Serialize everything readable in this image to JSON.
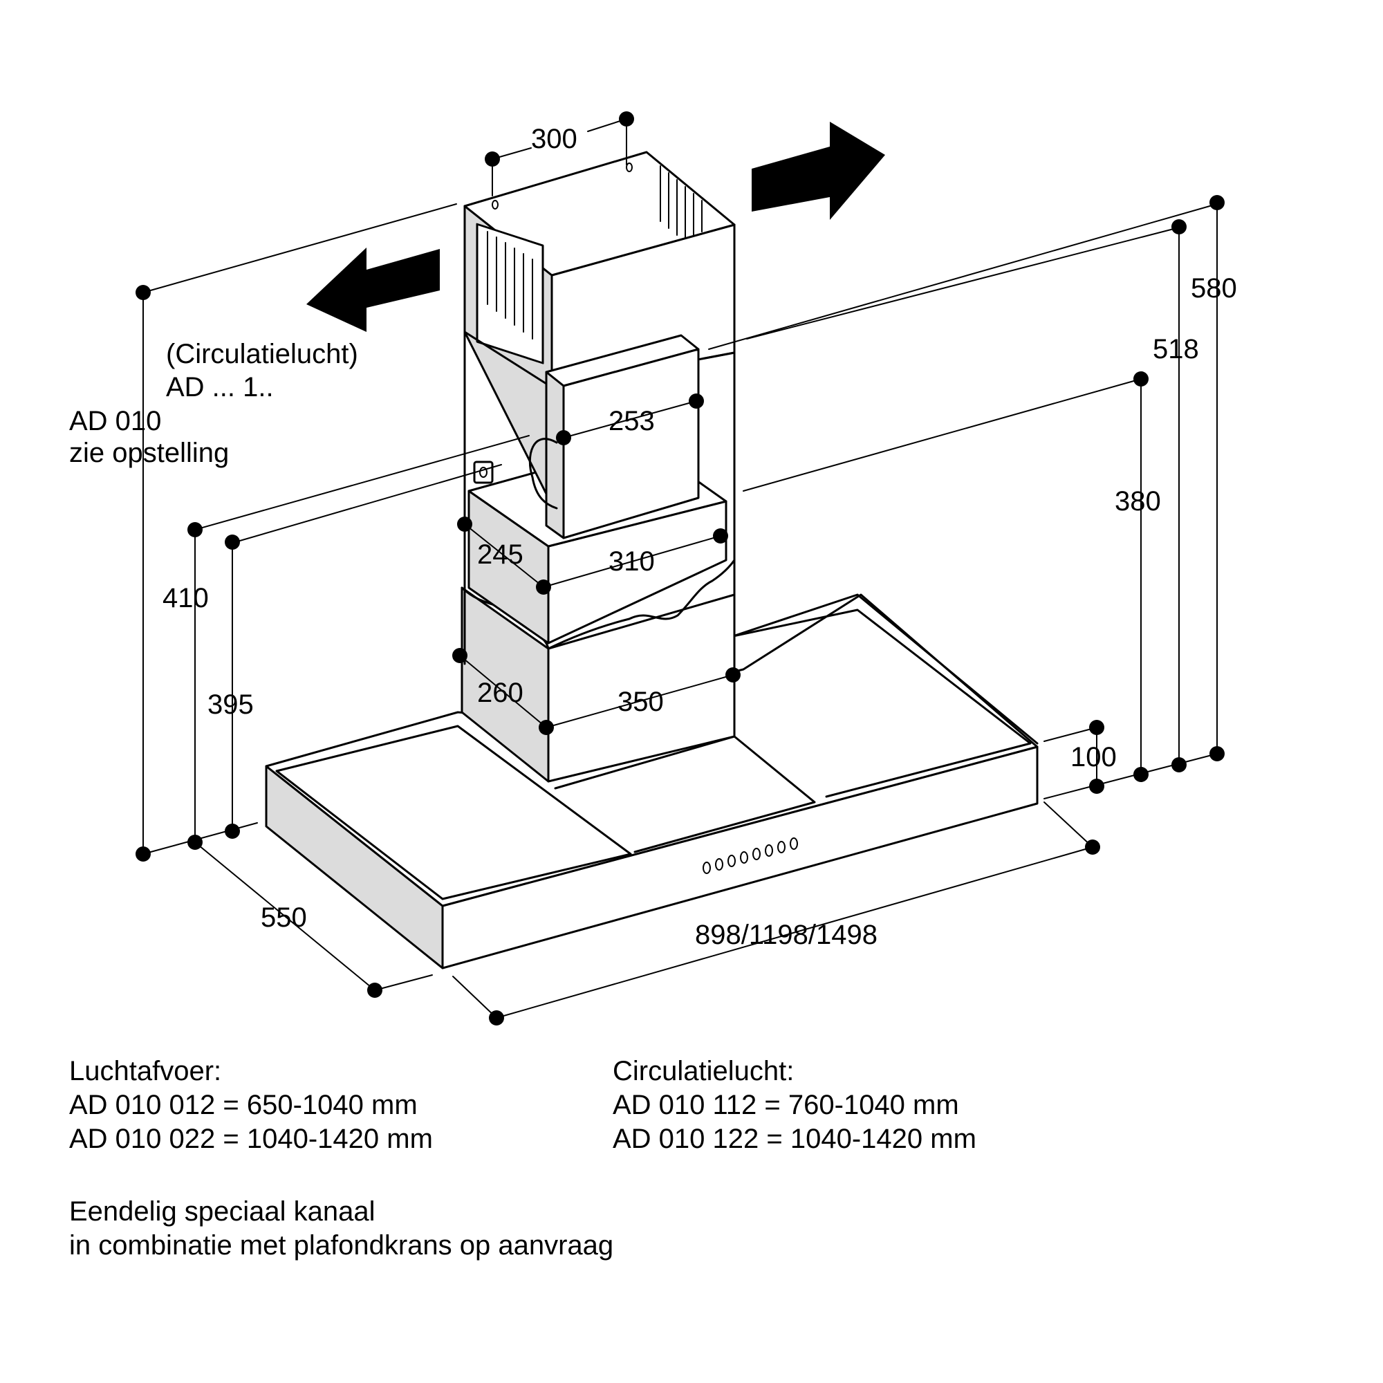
{
  "dimensions": {
    "d300": "300",
    "d253": "253",
    "d245": "245",
    "d310": "310",
    "d260": "260",
    "d350": "350",
    "d410": "410",
    "d395": "395",
    "d550": "550",
    "d898": "898/1198/1498",
    "d100": "100",
    "d380": "380",
    "d518": "518",
    "d580": "580"
  },
  "labels": {
    "circ_line1": "(Circulatielucht)",
    "circ_line2": "AD ... 1..",
    "ad_line1": "AD 010",
    "ad_line2": "zie opstelling"
  },
  "notes": {
    "exhaust": {
      "title": "Luchtafvoer:",
      "line1": "AD 010 012 = 650-1040 mm",
      "line2": "AD 010 022 = 1040-1420 mm"
    },
    "recirculation": {
      "title": "Circulatielucht:",
      "line1": "AD 010 112 = 760-1040 mm",
      "line2": "AD 010 122 = 1040-1420 mm"
    },
    "special": {
      "line1": "Eendelig speciaal kanaal",
      "line2": "in combinatie met plafondkrans op aanvraag"
    }
  }
}
